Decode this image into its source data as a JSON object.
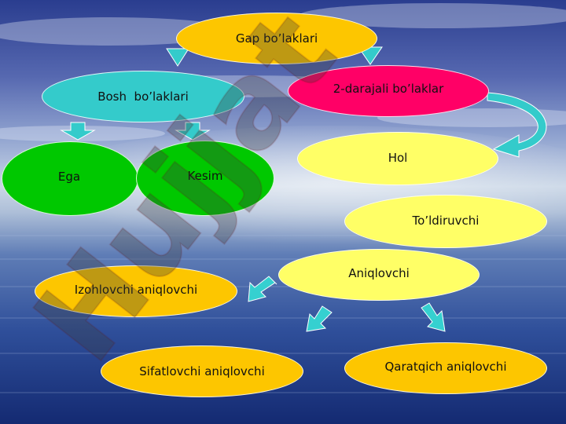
{
  "colors": {
    "yellow": "#fdc600",
    "teal": "#34cbcb",
    "magenta": "#ff0066",
    "green": "#00c800",
    "pale_yellow": "#ffff66",
    "arrow_teal": "#35d0d0"
  },
  "nodes": {
    "root": "Gap bo’laklari",
    "main_parts": "Bosh  bo’laklari",
    "secondary_parts": "2-darajali bo’laklar",
    "subject": "Ega",
    "predicate": "Kesim",
    "adverbial": "Hol",
    "object": "To’ldiruvchi",
    "attribute": "Aniqlovchi",
    "appositive": "Izohlovchi aniqlovchi",
    "adjectival": "Sifatlovchi aniqlovchi",
    "possessive": "Qaratqich aniqlovchi"
  },
  "watermark": "Hujjat"
}
